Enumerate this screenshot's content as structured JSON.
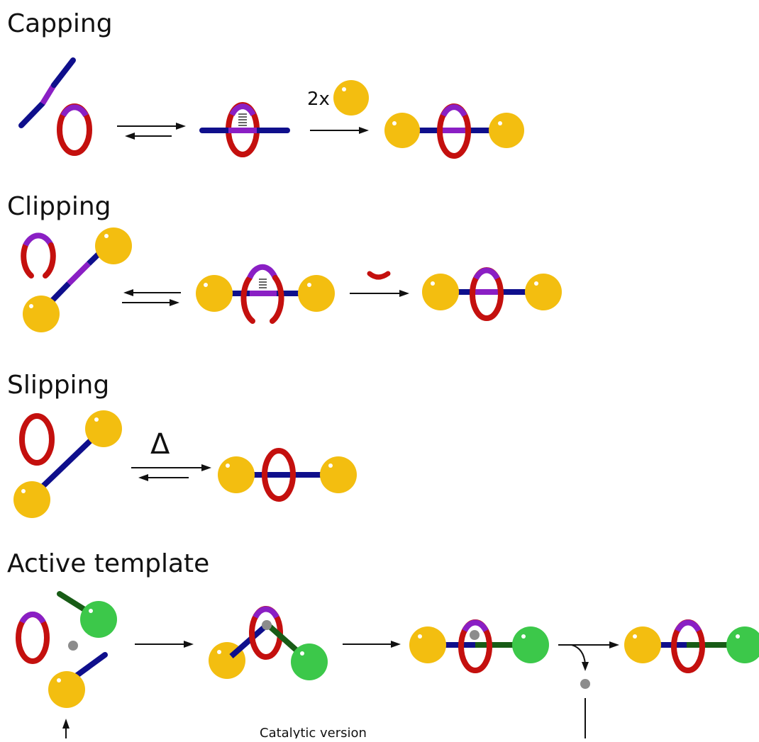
{
  "sections": {
    "capping": {
      "title": "Capping",
      "stopper_label": "2x"
    },
    "clipping": {
      "title": "Clipping"
    },
    "slipping": {
      "title": "Slipping",
      "condition": "Δ"
    },
    "active_template": {
      "title": "Active template",
      "catalytic_label": "Catalytic version"
    }
  },
  "colors": {
    "axle": "#0f0f8c",
    "ring": "#c4100e",
    "binding_site": "#8a1fc4",
    "stopper": "#f3be10",
    "second_stopper": "#3cc84a",
    "second_axle": "#185c16",
    "metal": "#8c8c8c",
    "arrow": "#111111"
  }
}
